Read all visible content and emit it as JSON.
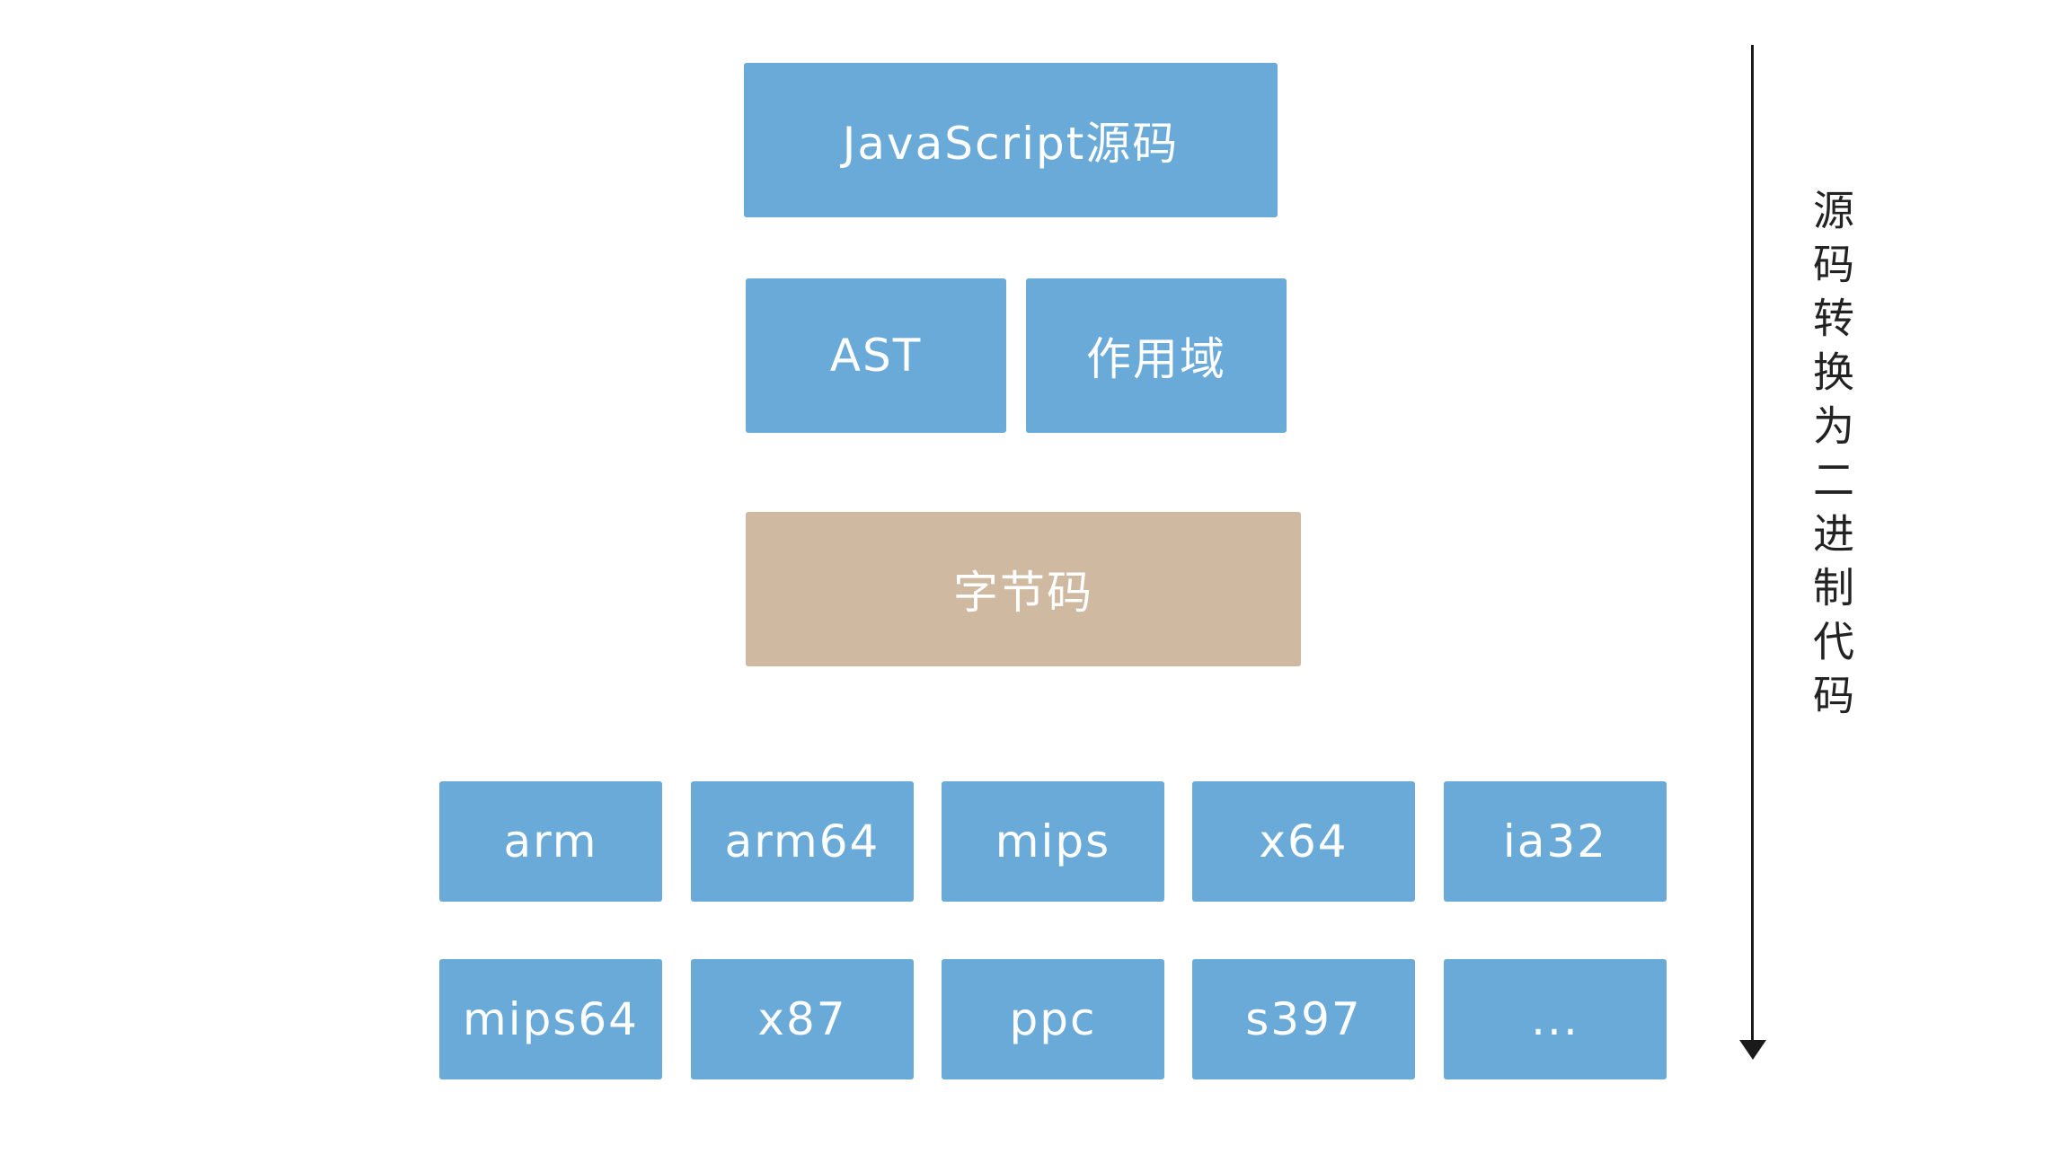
{
  "source": {
    "label": "JavaScript源码"
  },
  "parse": {
    "ast_label": "AST",
    "scope_label": "作用域"
  },
  "bytecode": {
    "label": "字节码"
  },
  "architectures": {
    "row1": [
      "arm",
      "arm64",
      "mips",
      "x64",
      "ia32"
    ],
    "row2": [
      "mips64",
      "x87",
      "ppc",
      "s397",
      "..."
    ]
  },
  "side_label": "源码转换为二进制代码",
  "colors": {
    "box_blue": "#6aaad8",
    "box_tan": "#cfb9a1",
    "arrow": "#1a1a1a"
  }
}
